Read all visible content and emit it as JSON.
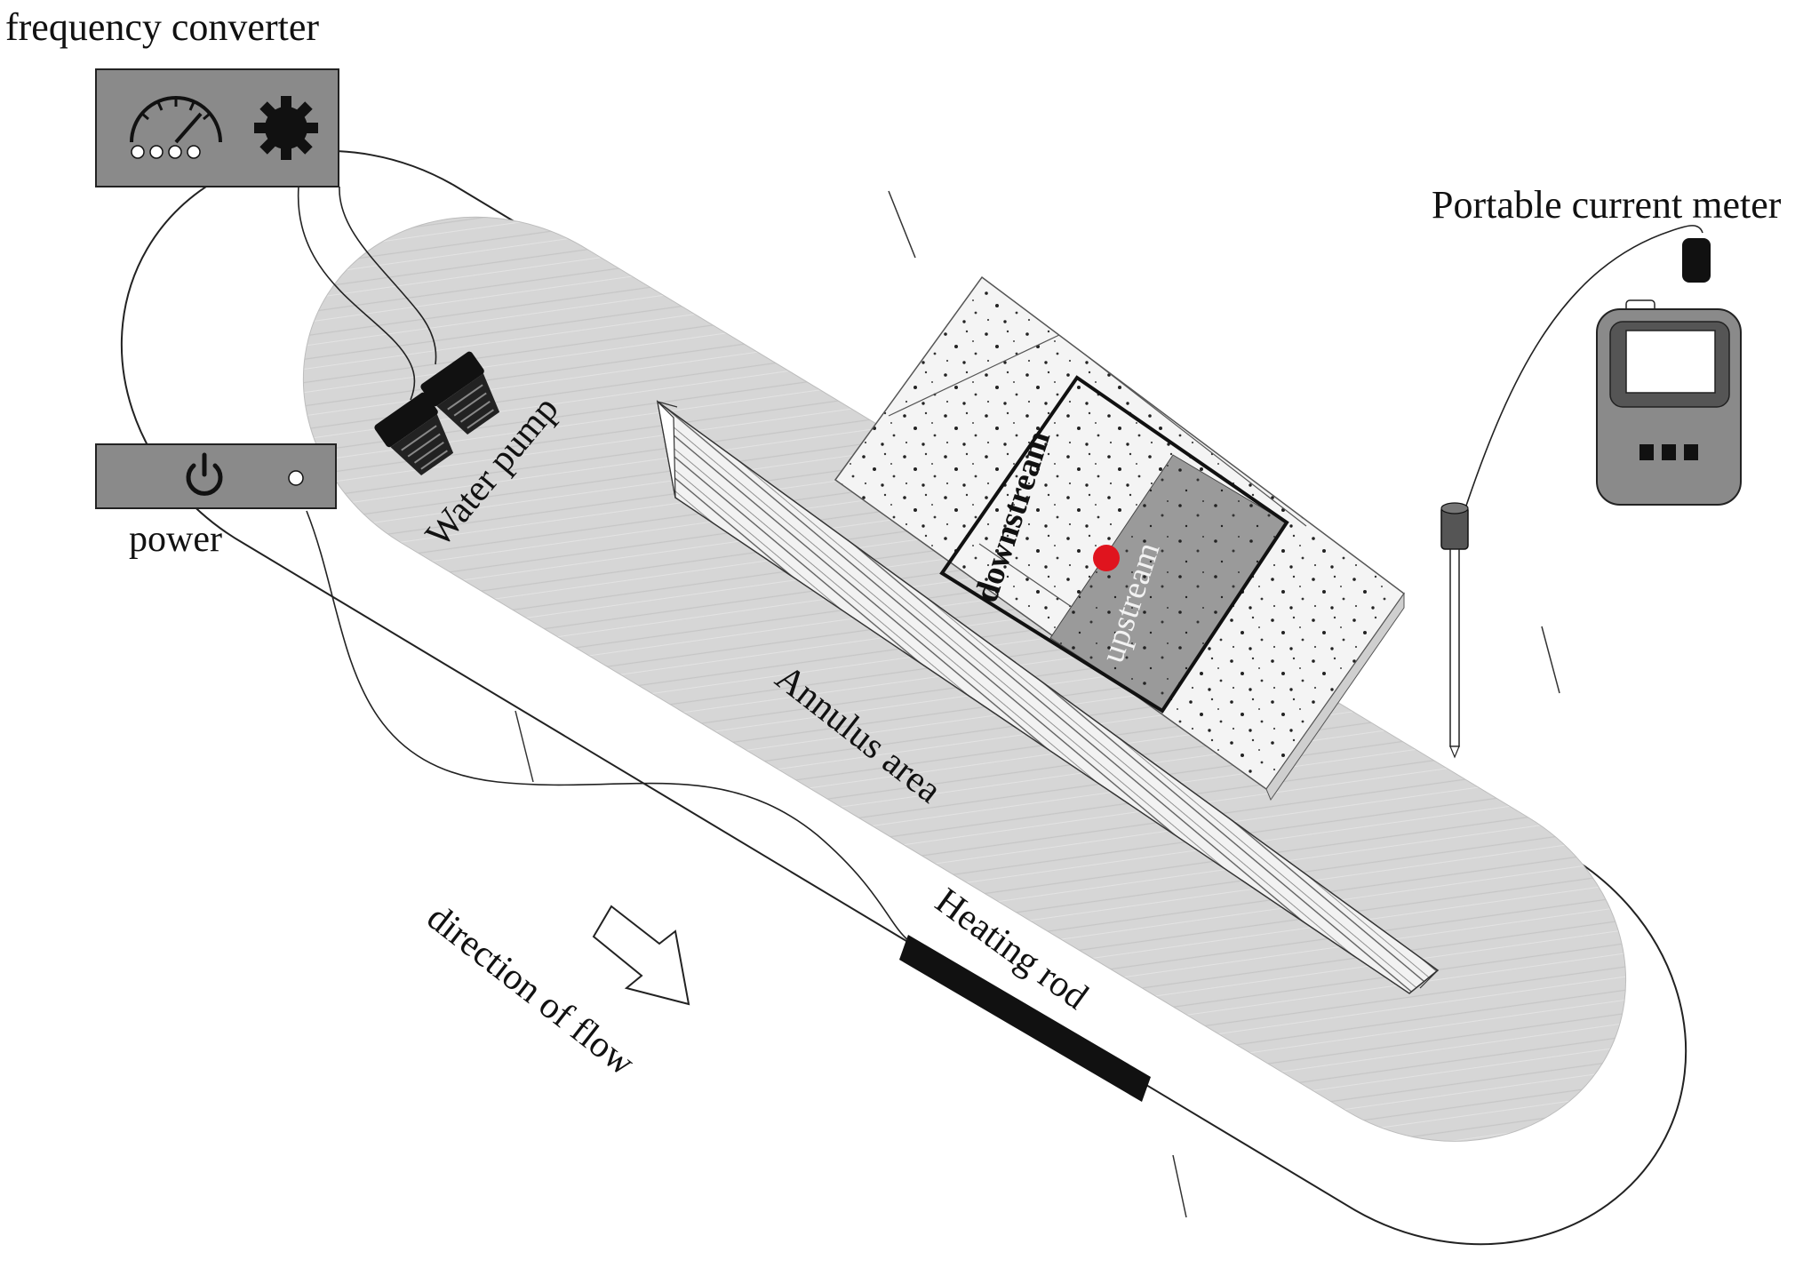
{
  "labels": {
    "frequency_converter": "frequency converter",
    "power": "power",
    "water_pump": "Water pump",
    "portable_current_meter": "Portable current meter",
    "downstream": "downstream",
    "upstream": "upstream",
    "annulus_area": "Annulus area",
    "heating_rod": "Heating rod",
    "direction_of_flow": "direction of flow"
  },
  "colors": {
    "water": "#d6d6d6",
    "device_panel": "#8a8a8a",
    "upstream_zone": "#9a9a9a",
    "sediment_zone": "#f4f4f4",
    "measurement_point": "#e0141e",
    "heating_rod": "#111111"
  },
  "icons": {
    "converter_dial": "speedometer-icon",
    "converter_gear": "gear-icon",
    "power_button": "power-icon"
  }
}
